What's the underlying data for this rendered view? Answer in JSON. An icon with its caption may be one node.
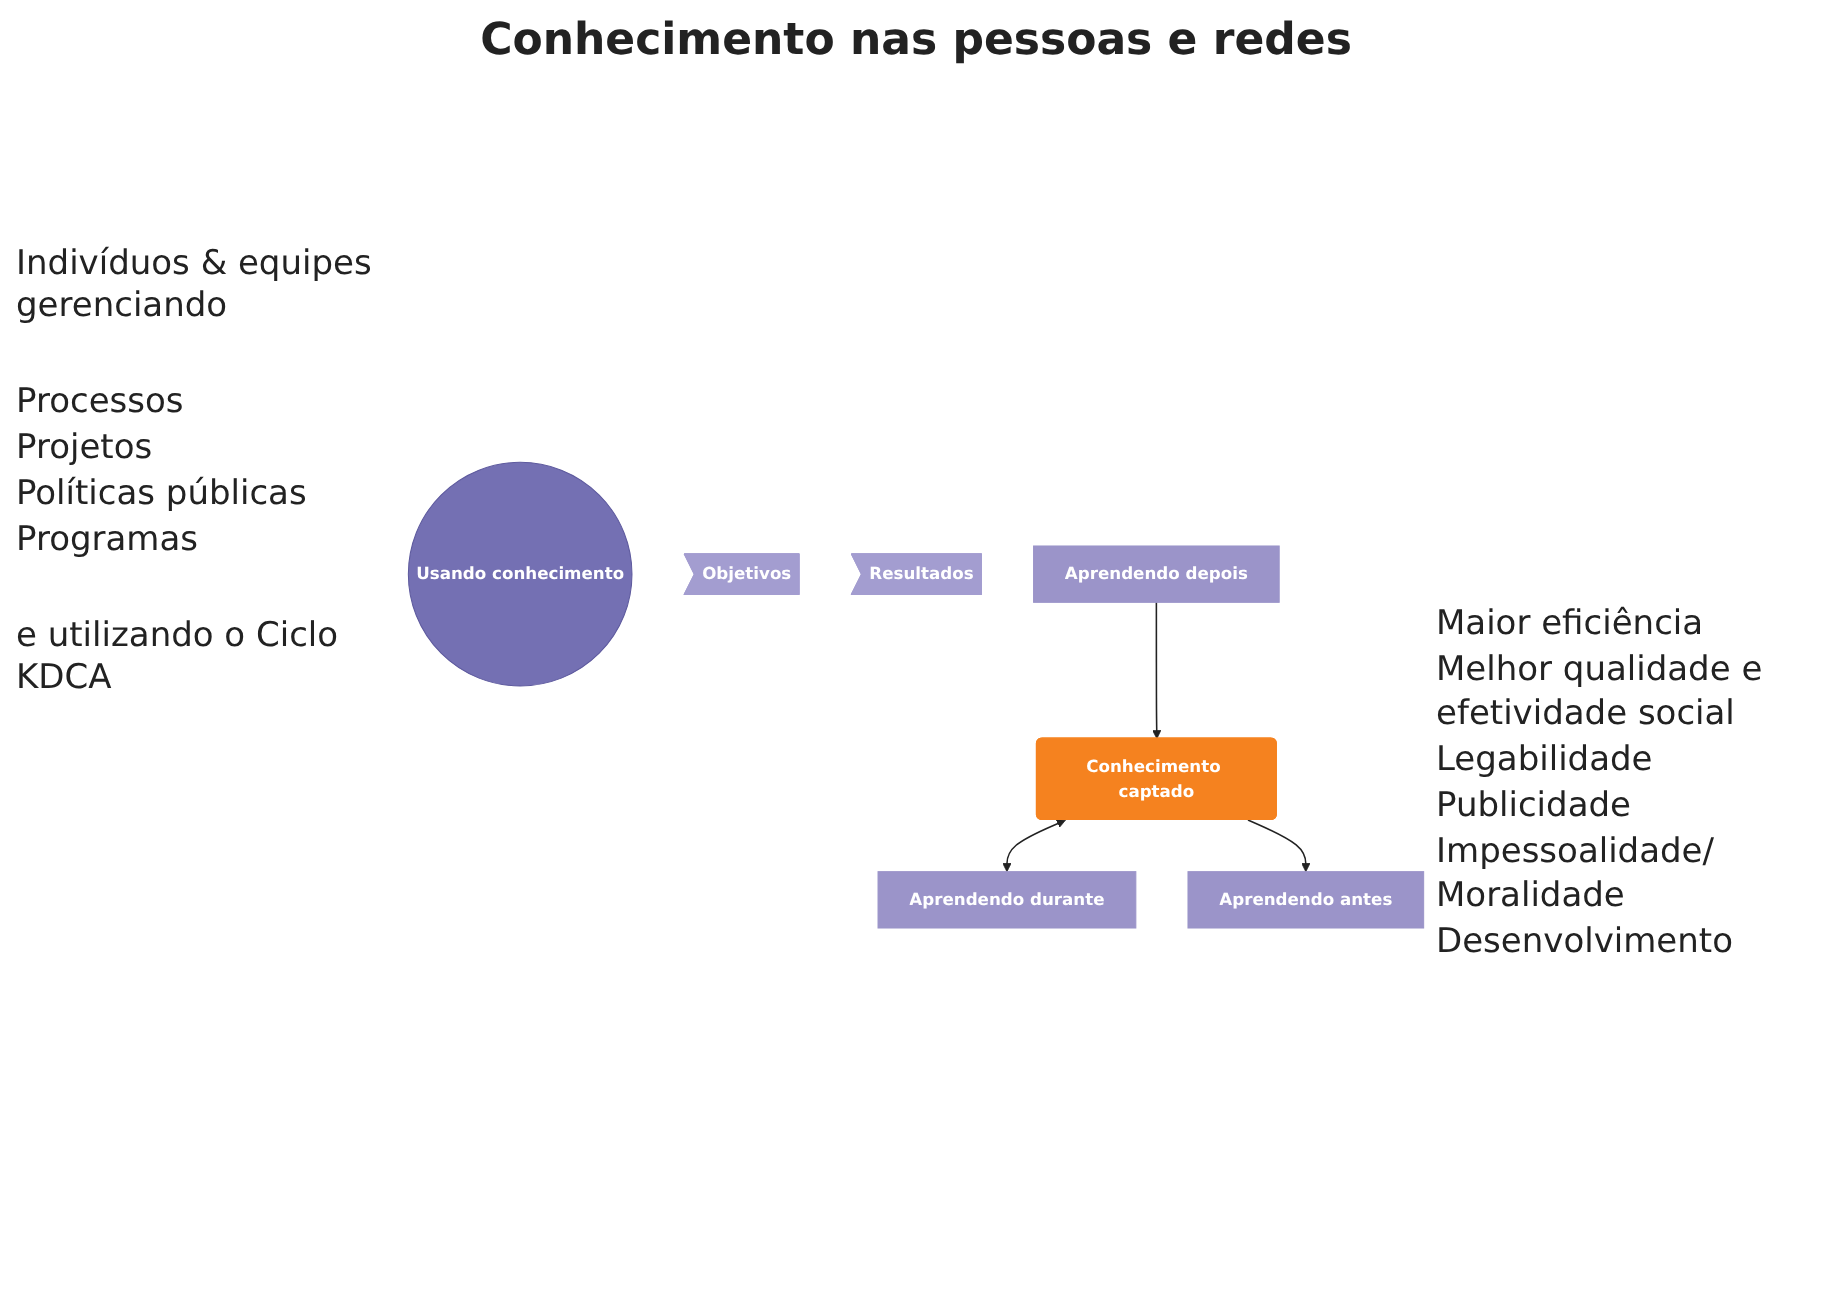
{
  "diagram": {
    "title": "Conhecimento nas pessoas e redes",
    "nodes": [
      {
        "text": [
          "Conhecimento captado"
        ]
      },
      {
        "text": [
          "Aprendendo durante"
        ]
      },
      {
        "text": [
          "Usando conhecimento"
        ]
      },
      {
        "text": [
          "Objetivos"
        ]
      },
      {
        "text": [
          "Resultados"
        ]
      },
      {
        "text": [
          "Aprendendo antes"
        ]
      },
      {
        "text": [
          "Aprendendo depois"
        ]
      }
    ],
    "edges": [
      {
        "from": 0,
        "to": 1,
        "arrow": "both"
      },
      {
        "from": 0,
        "to": 5,
        "arrow": "to"
      },
      {
        "from": 6,
        "to": 0,
        "arrow": "to"
      }
    ],
    "labels": [
      "Indivíduos & equipes gerenciando",
      "Processos",
      "Projetos",
      "Políticas públicas",
      "Programas",
      "e utilizando o Ciclo KDCA",
      "Maior eficiência",
      "Melhor qualidade e efetividade social",
      "Legabilidade",
      "Publicidade",
      "Impessoalidade/ Moralidade",
      "Desenvolvimento"
    ]
  }
}
